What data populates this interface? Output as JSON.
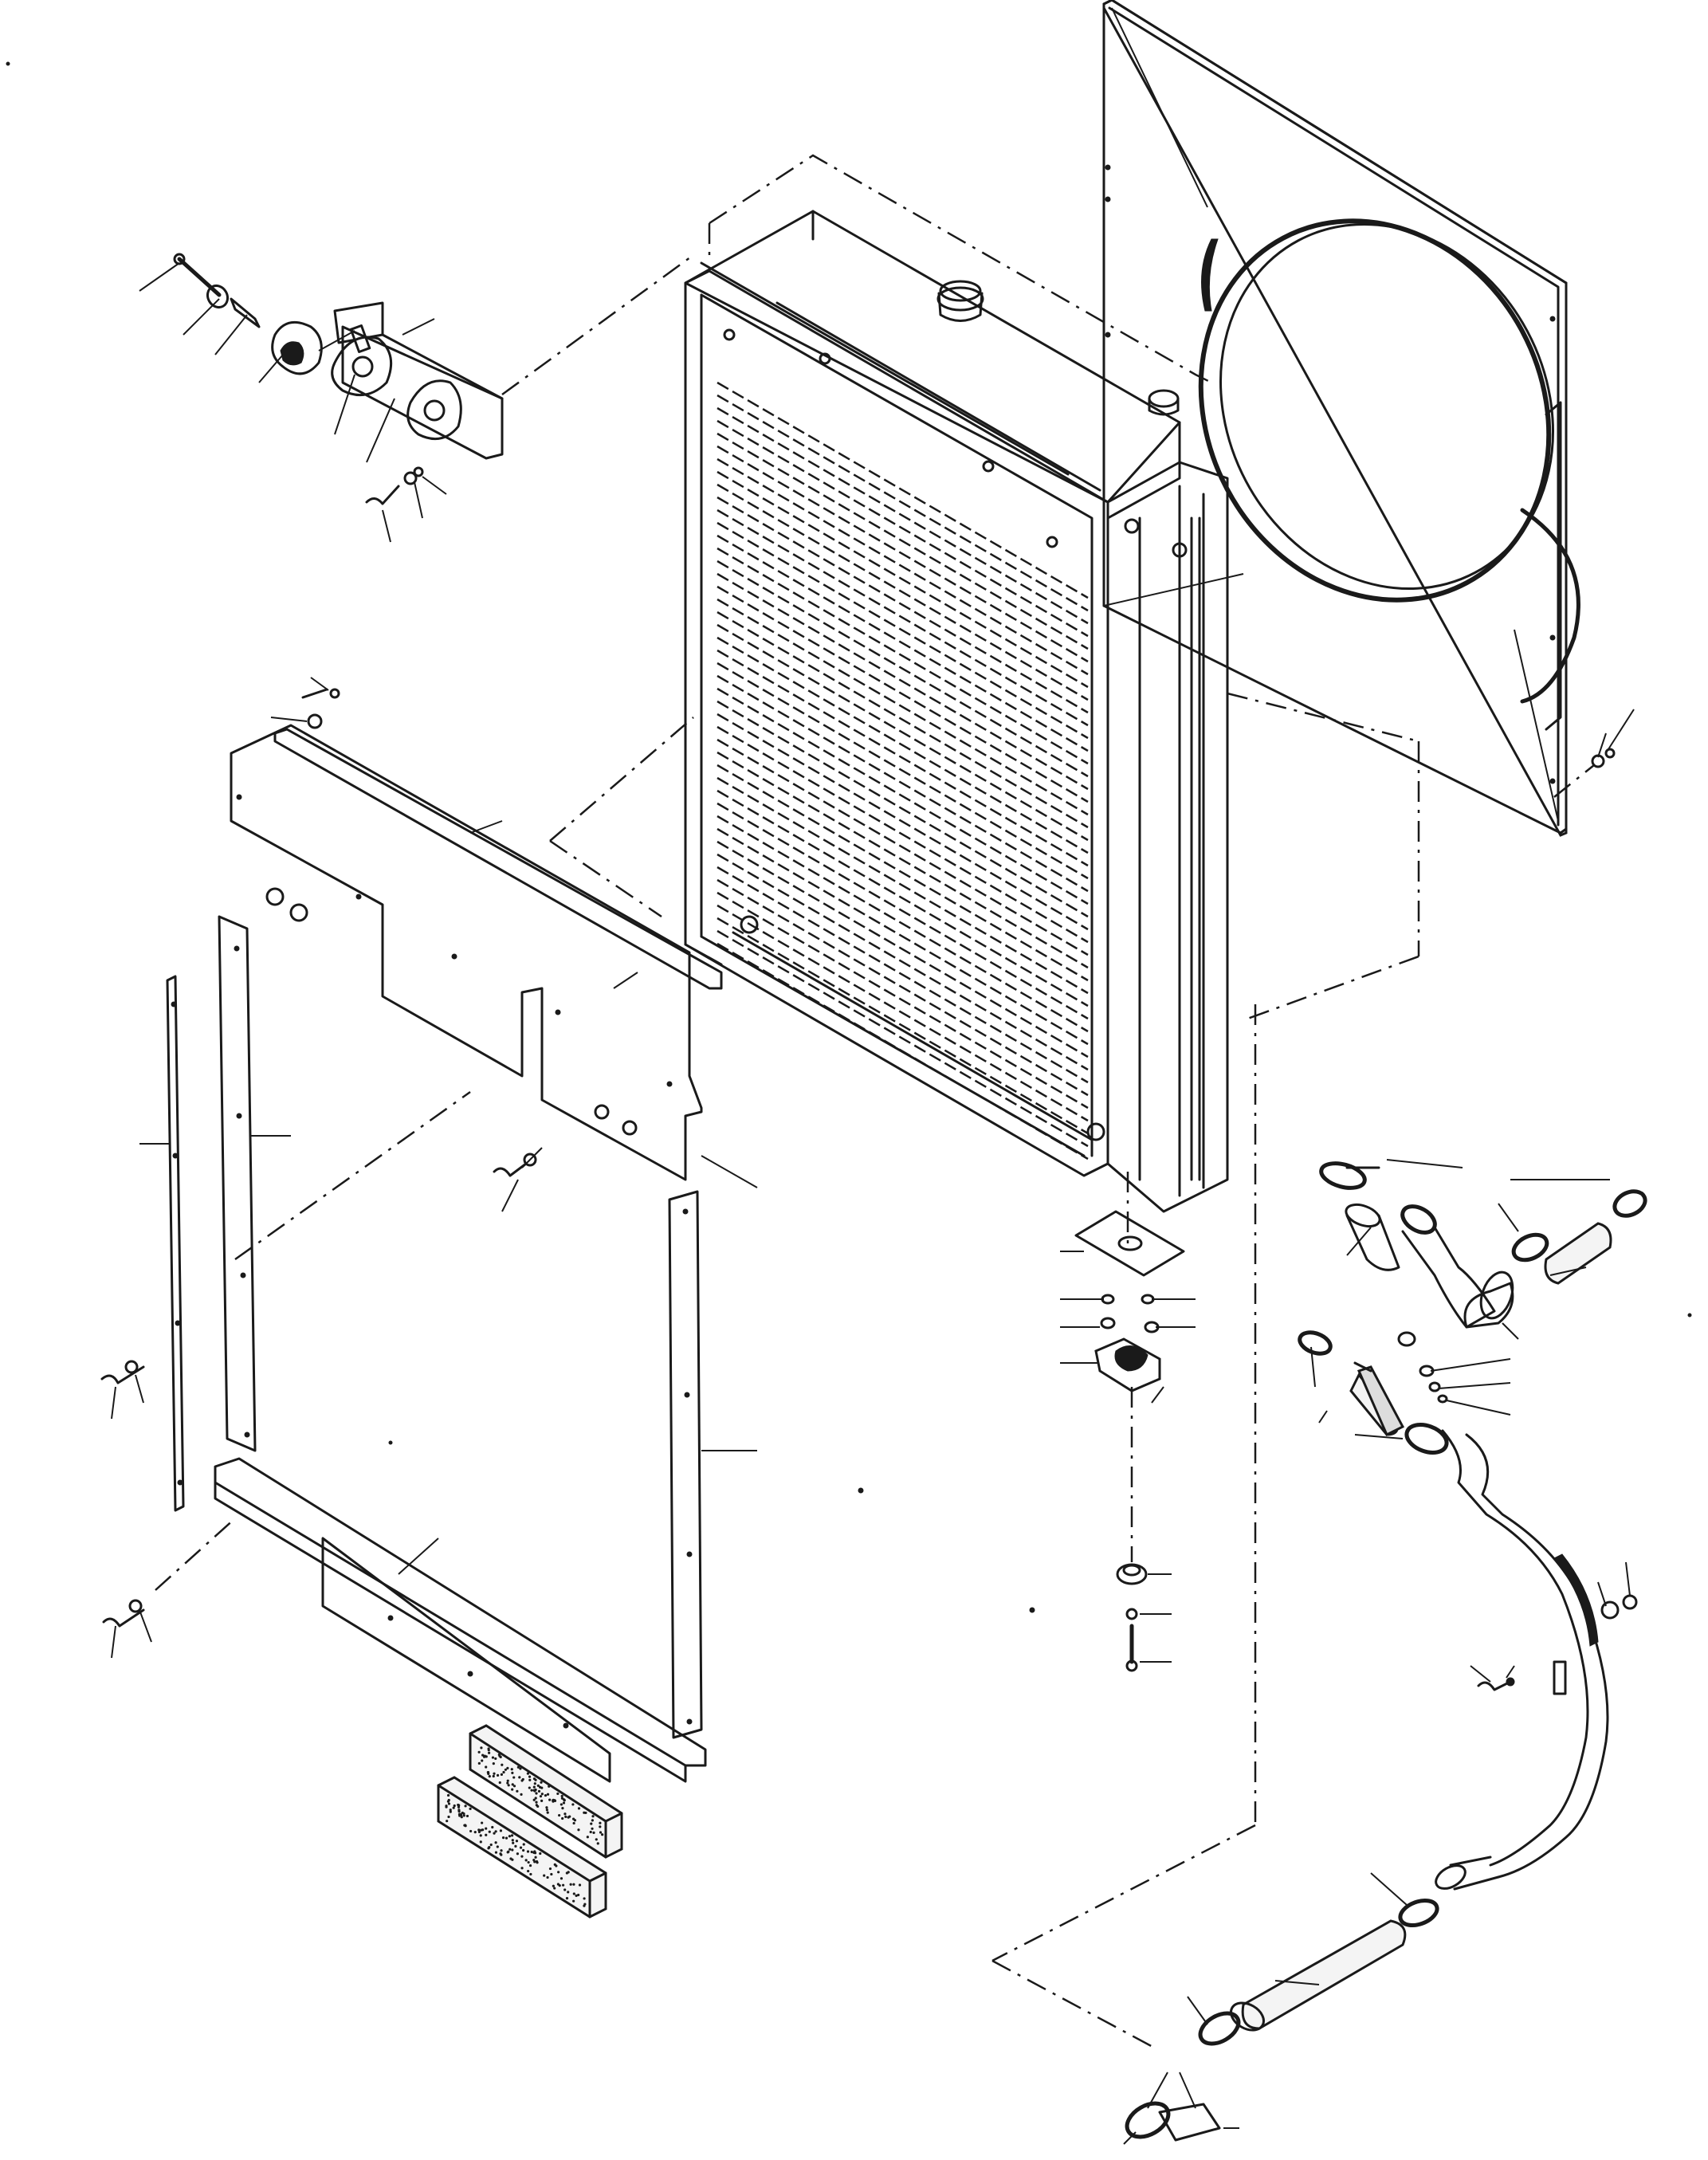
{
  "diagram": {
    "type": "exploded-parts-view",
    "components": [
      {
        "id": "fan-shroud",
        "icon": "fan-shroud-icon"
      },
      {
        "id": "radiator-core",
        "icon": "radiator-icon"
      },
      {
        "id": "fan-drive-assembly",
        "icon": "fan-drive-icon"
      },
      {
        "id": "upper-baffle-plate",
        "icon": "plate-icon"
      },
      {
        "id": "side-seal-strip-left",
        "icon": "strip-icon"
      },
      {
        "id": "side-seal-strip-outer",
        "icon": "strip-icon"
      },
      {
        "id": "side-seal-strip-right",
        "icon": "strip-icon"
      },
      {
        "id": "lower-baffle-plate",
        "icon": "plate-icon"
      },
      {
        "id": "foam-seal-blocks",
        "icon": "foam-icon"
      },
      {
        "id": "radiator-mount-bracket",
        "icon": "mount-icon"
      },
      {
        "id": "upper-hose-assembly",
        "icon": "hose-icon"
      },
      {
        "id": "lower-hose-tube",
        "icon": "pipe-icon"
      },
      {
        "id": "hose-clamps",
        "icon": "clamp-icon"
      }
    ],
    "labels": []
  }
}
